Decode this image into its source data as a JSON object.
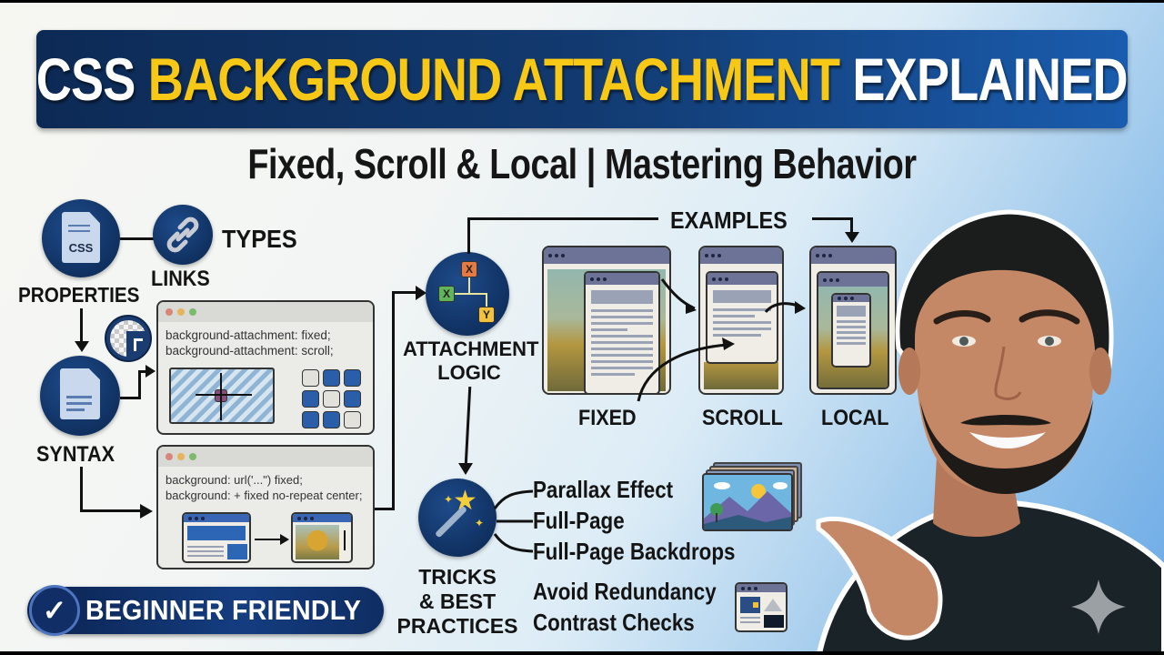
{
  "title": {
    "part1": "CSS",
    "part2": "BACKGROUND ATTACHMENT",
    "part3": "EXPLAINED"
  },
  "subtitle": "Fixed, Scroll & Local | Mastering Behavior",
  "colors": {
    "banner_dark": "#0d2a55",
    "banner_light": "#1a5cae",
    "title_yellow": "#f7c815",
    "node_blue": "#0f2f5e"
  },
  "left_flow": {
    "properties_icon_text": "CSS",
    "properties_label": "PROPERTIES",
    "links_label": "LINKS",
    "types_label": "TYPES",
    "syntax_label": "SYNTAX"
  },
  "code_window_1": {
    "lines": [
      "background-attachment: fixed;",
      "background-attachment: scroll;"
    ]
  },
  "code_window_2": {
    "lines": [
      "background: url('...\") fixed;",
      "background: + fixed no-repeat center;"
    ]
  },
  "center_node": {
    "label_line1": "ATTACHMENT",
    "label_line2": "LOGIC",
    "icon_letters": [
      "X",
      "X",
      "Y"
    ]
  },
  "examples": {
    "heading": "EXAMPLES",
    "items": [
      {
        "label": "FIXED"
      },
      {
        "label": "SCROLL"
      },
      {
        "label": "LOCAL"
      }
    ]
  },
  "tricks": {
    "label_line1": "TRICKS",
    "label_line2": "& BEST",
    "label_line3": "PRACTICES",
    "bullets": [
      "Parallax Effect",
      "Full-Page",
      "Full-Page Backdrops"
    ],
    "extra": [
      "Avoid Redundancy",
      "Contrast Checks"
    ]
  },
  "badge": {
    "label": "BEGINNER FRIENDLY"
  }
}
